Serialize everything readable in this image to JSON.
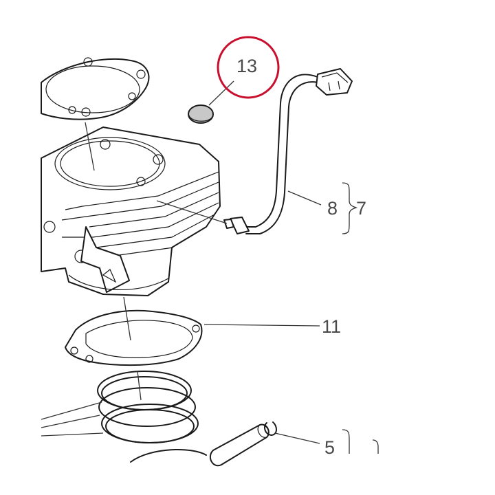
{
  "callouts": [
    {
      "id": "13",
      "text": "13",
      "highlighted": true
    },
    {
      "id": "8",
      "text": "8"
    },
    {
      "id": "7",
      "text": "7"
    },
    {
      "id": "11",
      "text": "11"
    },
    {
      "id": "5",
      "text": "5"
    }
  ],
  "colors": {
    "highlight_circle": "#c8102e",
    "label_text": "#4a4a4a",
    "line_art": "#1a1a1a",
    "plug_fill": "#c8c8c8"
  }
}
